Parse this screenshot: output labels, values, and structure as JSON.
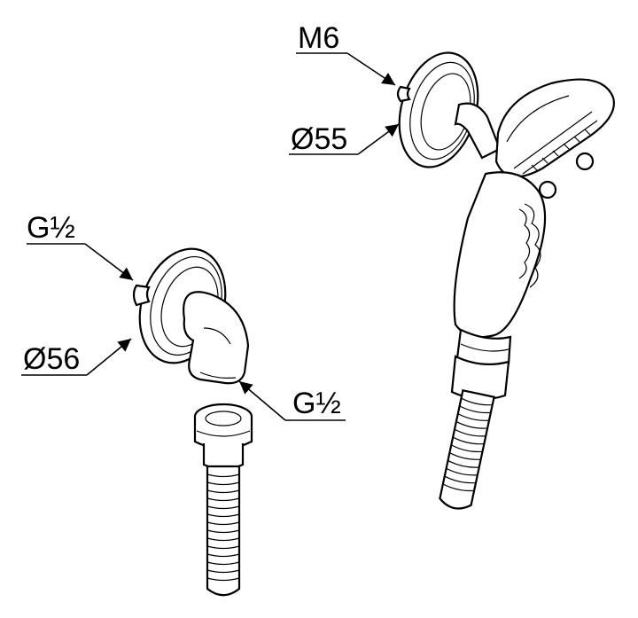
{
  "labels": {
    "thread_top": "M6",
    "diameter_top": "Ø55",
    "thread_left": "G½",
    "diameter_left": "Ø56",
    "thread_elbow": "G½"
  }
}
